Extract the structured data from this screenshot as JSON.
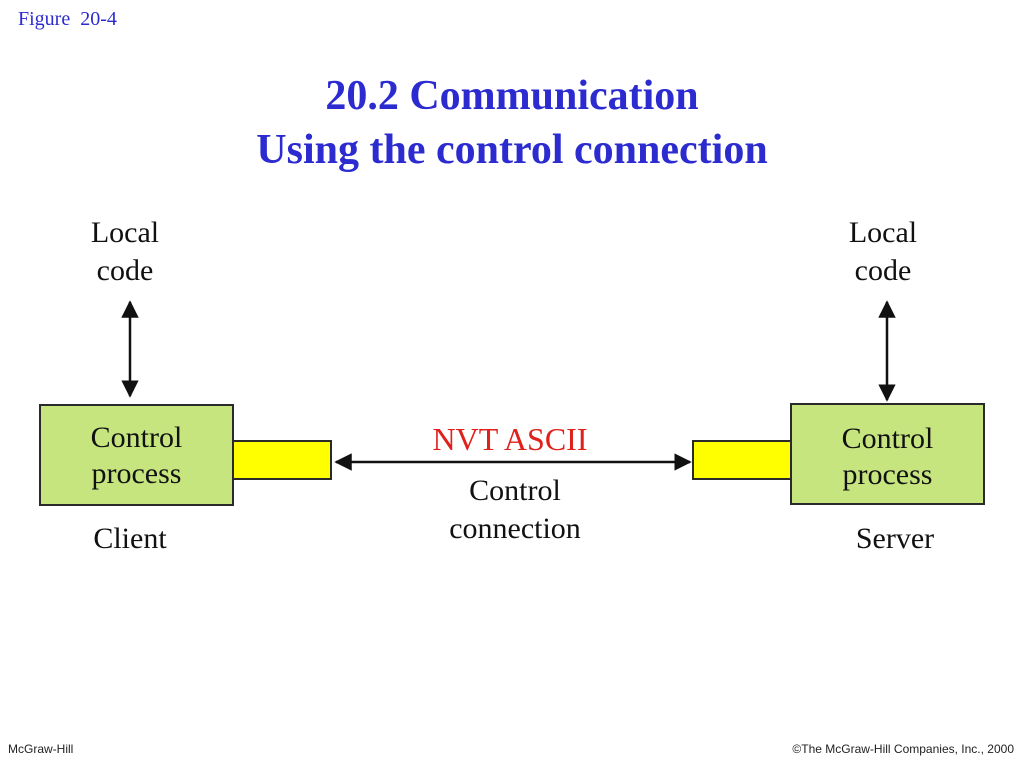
{
  "figure_label": "Figure  20-4",
  "title": {
    "line1": "20.2 Communication",
    "line2": "Using the control connection"
  },
  "client": {
    "local_code_line1": "Local",
    "local_code_line2": "code",
    "process_line1": "Control",
    "process_line2": "process",
    "caption": "Client"
  },
  "server": {
    "local_code_line1": "Local",
    "local_code_line2": "code",
    "process_line1": "Control",
    "process_line2": "process",
    "caption": "Server"
  },
  "connection": {
    "encoding": "NVT ASCII",
    "label_line1": "Control",
    "label_line2": "connection"
  },
  "footer": {
    "publisher": "McGraw-Hill",
    "copyright": "©The McGraw-Hill Companies, Inc., 2000"
  },
  "colors": {
    "title": "#2b2bd0",
    "process_fill": "#c6e57f",
    "port_fill": "#ffff00",
    "encoding_text": "#e0201a"
  }
}
